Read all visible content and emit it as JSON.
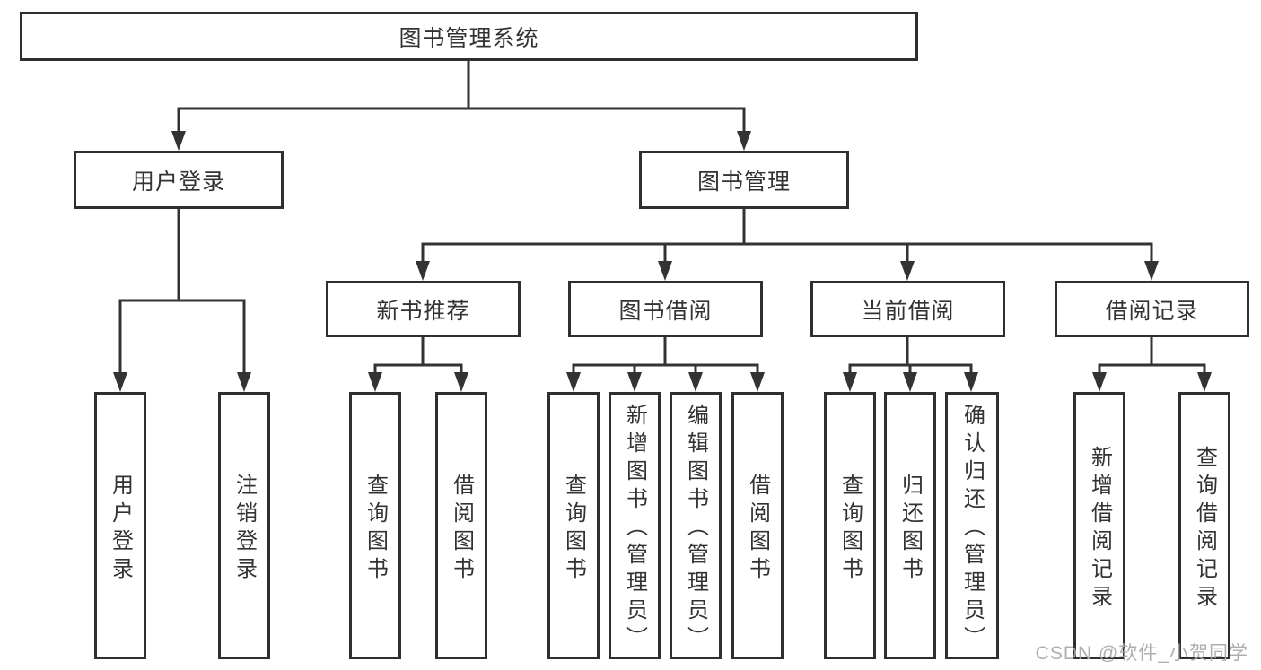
{
  "colors": {
    "line": "#333333",
    "box_border": "#2f2f2f",
    "text": "#333333",
    "watermark": "#a8a8a8",
    "background": "#ffffff"
  },
  "tree": {
    "root": {
      "label": "图书管理系统"
    },
    "branches": [
      {
        "label": "用户登录",
        "children": [
          {
            "label": "用户登录"
          },
          {
            "label": "注销登录"
          }
        ]
      },
      {
        "label": "图书管理",
        "children": [
          {
            "label": "新书推荐",
            "children": [
              {
                "label": "查询图书"
              },
              {
                "label": "借阅图书"
              }
            ]
          },
          {
            "label": "图书借阅",
            "children": [
              {
                "label": "查询图书"
              },
              {
                "label": "新增图书（管理员）"
              },
              {
                "label": "编辑图书（管理员）"
              },
              {
                "label": "借阅图书"
              }
            ]
          },
          {
            "label": "当前借阅",
            "children": [
              {
                "label": "查询图书"
              },
              {
                "label": "归还图书"
              },
              {
                "label": "确认归还（管理员）"
              }
            ]
          },
          {
            "label": "借阅记录",
            "children": [
              {
                "label": "新增借阅记录"
              },
              {
                "label": "查询借阅记录"
              }
            ]
          }
        ]
      }
    ]
  },
  "watermark": {
    "text": "CSDN @软件_小贺同学"
  }
}
